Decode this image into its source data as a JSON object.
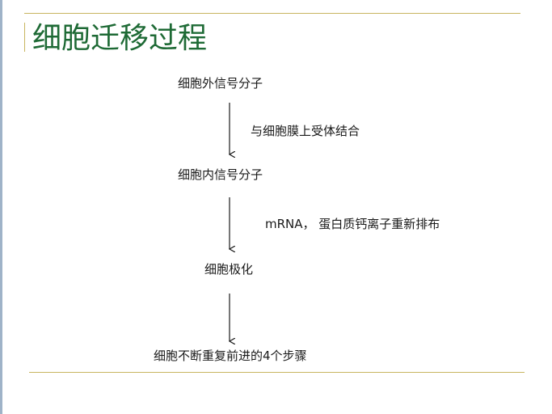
{
  "title": "细胞迁移过程",
  "nodes": [
    {
      "label": "细胞外信号分子"
    },
    {
      "label": "细胞内信号分子"
    },
    {
      "label": "细胞极化"
    },
    {
      "label": "细胞不断重复前进的4个步骤"
    }
  ],
  "edges": [
    {
      "from": 0,
      "to": 1,
      "label": "与细胞膜上受体结合"
    },
    {
      "from": 1,
      "to": 2,
      "label": "mRNA， 蛋白质钙离子重新排布"
    },
    {
      "from": 2,
      "to": 3,
      "label": ""
    }
  ],
  "colors": {
    "title": "#1e6a35",
    "rule": "#c8b560",
    "arrow": "#1a1a1a"
  }
}
